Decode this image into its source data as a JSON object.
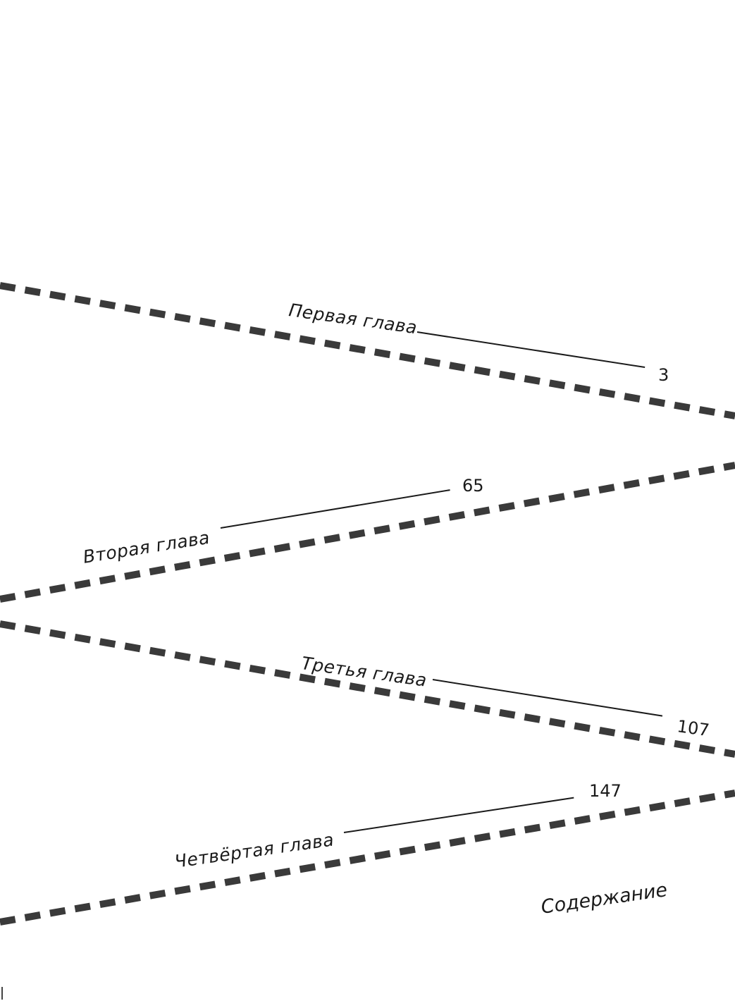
{
  "toc": {
    "title": "Содержание",
    "entries": [
      {
        "label": "Первая глава",
        "page": "3"
      },
      {
        "label": "Вторая глава",
        "page": "65"
      },
      {
        "label": "Третья глава",
        "page": "107"
      },
      {
        "label": "Четвёртая глава",
        "page": "147"
      }
    ]
  },
  "colors": {
    "ink": "#1a1a1a",
    "stripe": "#3a3a3a",
    "paper": "#ffffff"
  }
}
